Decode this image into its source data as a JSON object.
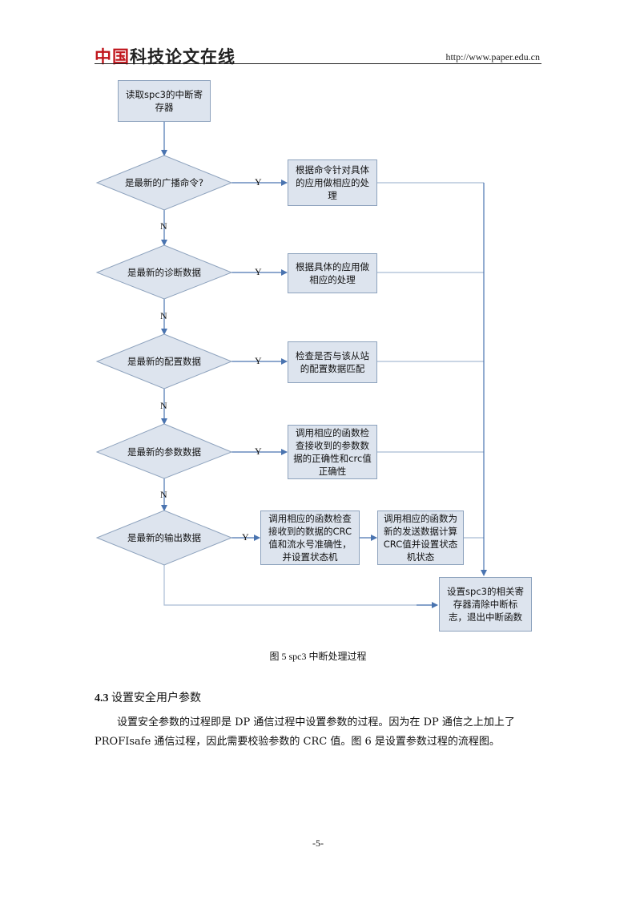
{
  "header": {
    "logo_red": "中国",
    "logo_black": "科技论文在线",
    "url": "http://www.paper.edu.cn"
  },
  "flowchart": {
    "start_box": "读取spc3的中断寄\n存器",
    "decisions": [
      "是最新的广播命令?",
      "是最新的诊断数据",
      "是最新的配置数据",
      "是最新的参数数据",
      "是最新的输出数据"
    ],
    "actions": [
      "根据命令针对具体\n的应用做相应的处\n理",
      "根据具体的应用做\n相应的处理",
      "检查是否与该从站\n的配置数据匹配",
      "调用相应的函数检\n查接收到的参数数\n据的正确性和crc值\n正确性"
    ],
    "output_action_1": "调用相应的函数检查\n接收到的数据的CRC\n值和流水号准确性，\n并设置状态机",
    "output_action_2": "调用相应的函数为\n新的发送数据计算\nCRC值并设置状态\n机状态",
    "end_box": "设置spc3的相关寄\n存器清除中断标\n志，退出中断函数",
    "yes_label": "Y",
    "no_label": "N",
    "caption": "图 5 spc3 中断处理过程"
  },
  "section": {
    "number": "4.3",
    "title": "设置安全用户参数",
    "paragraph": "设置安全参数的过程即是 DP 通信过程中设置参数的过程。因为在 DP 通信之上加上了 PROFIsafe 通信过程，因此需要校验参数的 CRC 值。图 6 是设置参数过程的流程图。"
  },
  "page_number": "-5-"
}
